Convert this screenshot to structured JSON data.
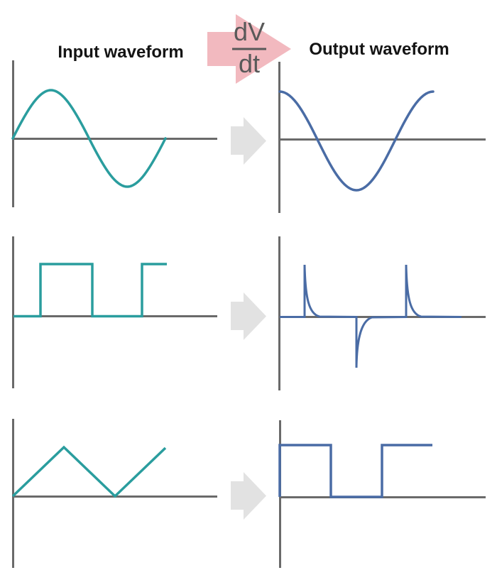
{
  "header": {
    "input_title": "Input waveform",
    "output_title": "Output waveform",
    "operator": {
      "numerator": "dV",
      "denominator": "dt"
    }
  },
  "colors": {
    "input_wave": "#2a9d9e",
    "output_wave": "#4a6ca5",
    "axis": "#6a6a6a",
    "arrow_pink": "#f2b9bf",
    "operator_text": "#595959",
    "row_arrow": "#e2e2e2",
    "background": "#ffffff",
    "title_text": "#141414"
  },
  "waveforms": {
    "rows": [
      {
        "row": 1,
        "input_type": "sine wave",
        "output_type": "cosine wave (90° phase-shifted sine)"
      },
      {
        "row": 2,
        "input_type": "square pulse wave",
        "output_type": "positive and negative exponential spikes at pulse edges"
      },
      {
        "row": 3,
        "input_type": "triangle wave",
        "output_type": "square wave"
      }
    ],
    "relationship": "output = dV/dt of input (differentiator)"
  }
}
